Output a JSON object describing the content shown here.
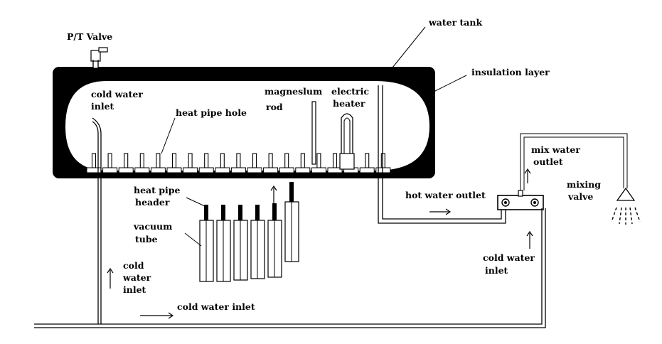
{
  "labels": {
    "pt_valve": "P/T Valve",
    "water_tank": "water tank",
    "insulation_layer": "insulation layer",
    "cold_water_inlet_tank_1": "cold water",
    "cold_water_inlet_tank_2": "inlet",
    "heat_pipe_hole": "heat pipe hole",
    "magnesium_rod_1": "magneslum",
    "magnesium_rod_2": "rod",
    "electric_heater_1": "electric",
    "electric_heater_2": "heater",
    "mix_water_outlet_1": "mix water",
    "mix_water_outlet_2": "outlet",
    "mixing_valve_1": "mixing",
    "mixing_valve_2": "valve",
    "heat_pipe_header_1": "heat pipe",
    "heat_pipe_header_2": "header",
    "vacuum_tube_1": "vacuum",
    "vacuum_tube_2": "tube",
    "hot_water_outlet": "hot water outlet",
    "cold_water_inlet_right_1": "cold water",
    "cold_water_inlet_right_2": "inlet",
    "cold_water_inlet_left_1": "cold",
    "cold_water_inlet_left_2": "water",
    "cold_water_inlet_left_3": "inlet",
    "cold_water_inlet_bottom": "cold water inlet"
  }
}
